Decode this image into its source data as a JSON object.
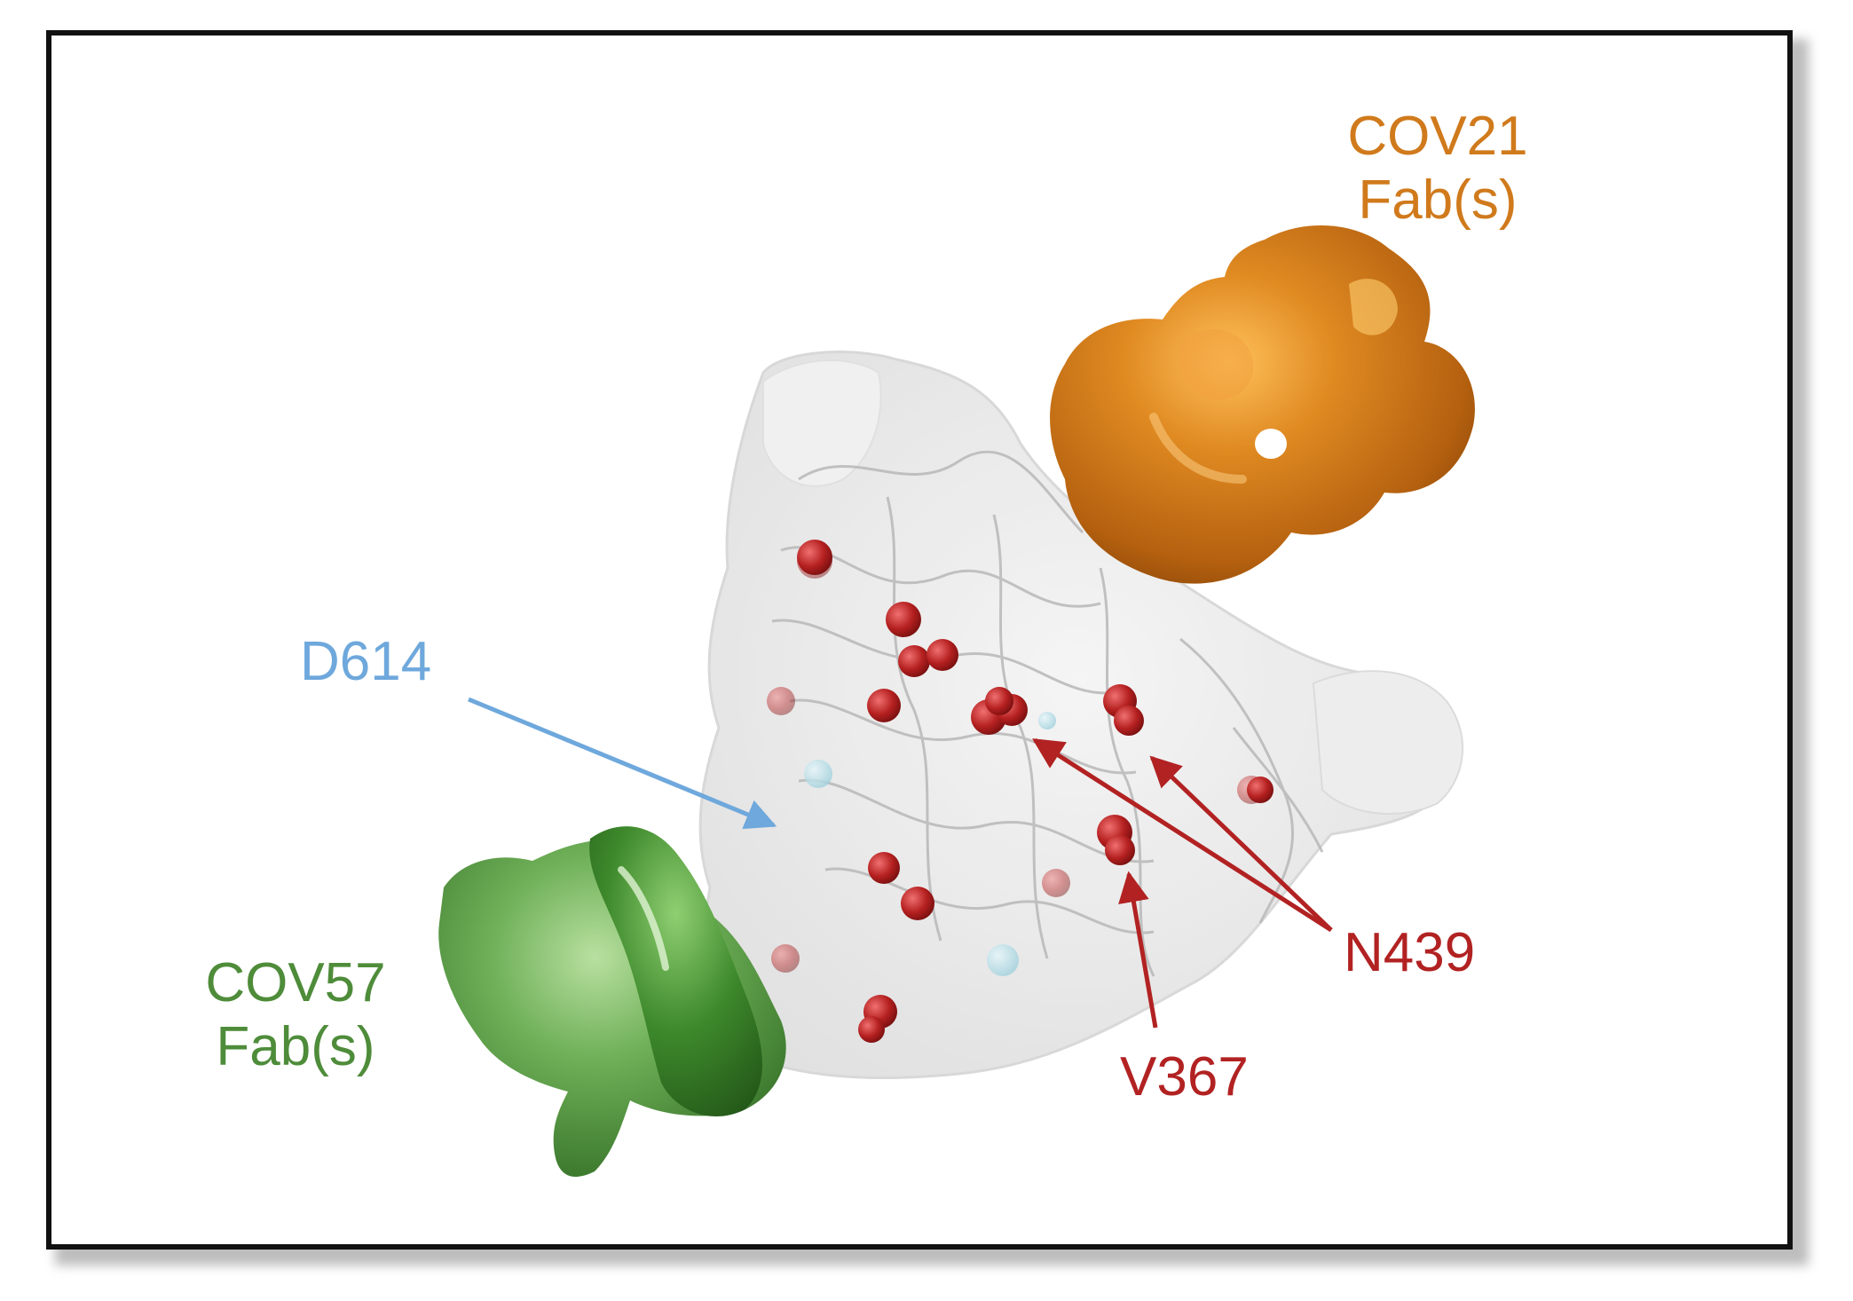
{
  "labels": {
    "cov21": {
      "line1": "COV21",
      "line2": "Fab(s)"
    },
    "cov57": {
      "line1": "COV57",
      "line2": "Fab(s)"
    },
    "d614": "D614",
    "n439": "N439",
    "v367": "V367"
  },
  "colors": {
    "cov21": "#d07a1c",
    "cov57": "#4e8c3a",
    "d614": "#6ea8dc",
    "mutation": "#b22222",
    "spike": "#e6e6e6",
    "frame": "#111111"
  }
}
